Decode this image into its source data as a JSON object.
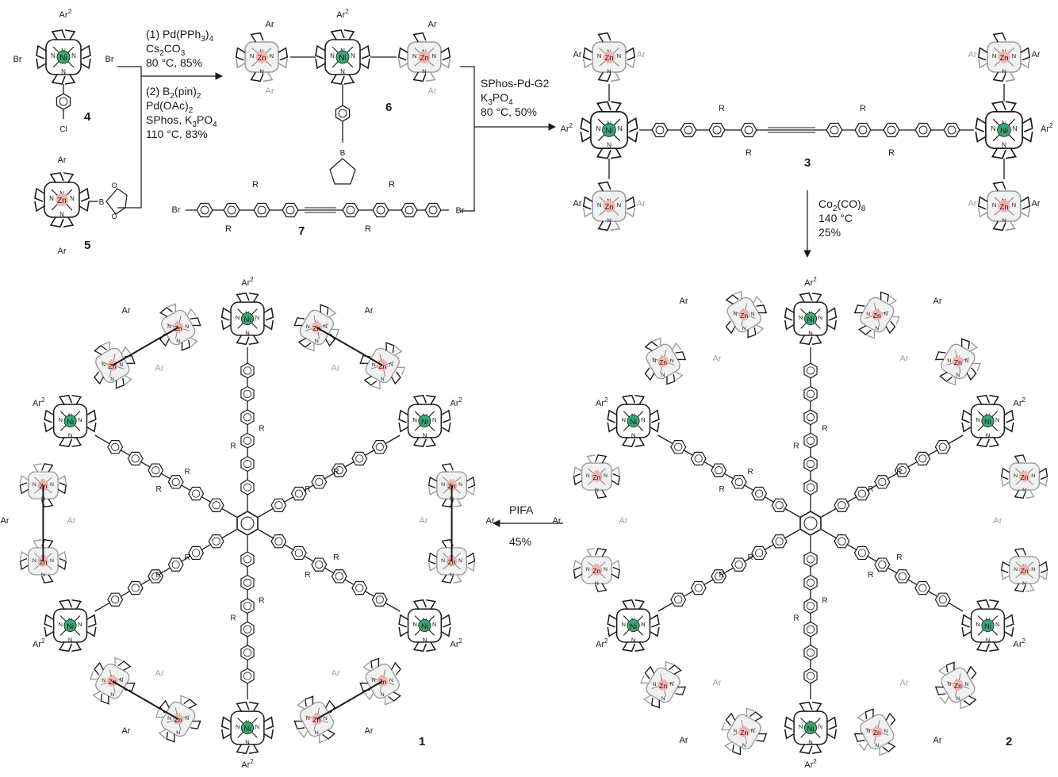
{
  "colors": {
    "ink": "#1a1a1a",
    "grey": "#a0a0a0",
    "zinc": "#f4b3ae",
    "nickel": "#3aa874"
  },
  "metals": {
    "zn": "Zn",
    "ni": "Ni"
  },
  "substituents": {
    "ar": "Ar",
    "ar2": "Ar",
    "ar2_sup": "2",
    "r": "R",
    "br": "Br",
    "cl": "Cl",
    "n": "N",
    "b": "B",
    "o": "O"
  },
  "compounds": {
    "c1": "1",
    "c2": "2",
    "c3": "3",
    "c4": "4",
    "c5": "5",
    "c6": "6",
    "c7": "7"
  },
  "step1": {
    "l1": "(1) Pd(PPh",
    "l1_sub": "3",
    "l1_end": ")",
    "l1_sub2": "4",
    "l2": "Cs",
    "l2_sub": "2",
    "l2_mid": "CO",
    "l2_sub2": "3",
    "l3": "80 °C, 85%",
    "l4": "(2) B",
    "l4_sub": "2",
    "l4_end": "(pin)",
    "l4_sub2": "2",
    "l5": "Pd(OAc)",
    "l5_sub": "2",
    "l6": "SPhos, K",
    "l6_sub": "3",
    "l6_end": "PO",
    "l6_sub2": "4",
    "l7": "110 °C, 83%"
  },
  "step2": {
    "l1": "SPhos-Pd-G2",
    "l2": "K",
    "l2_sub": "3",
    "l2_end": "PO",
    "l2_sub2": "4",
    "l3": "80 °C, 50%"
  },
  "step3": {
    "l1": "Co",
    "l1_sub": "2",
    "l1_end": "(CO)",
    "l1_sub2": "8",
    "l2": "140 °C",
    "l3": "25%"
  },
  "step4": {
    "l1": "PIFA",
    "l2": "45%"
  }
}
